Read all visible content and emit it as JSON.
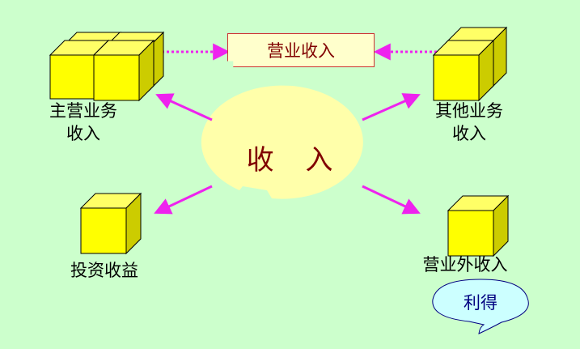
{
  "title_box": "营业收入",
  "center": "收 入",
  "nodes": {
    "main_business": [
      "主营业务",
      "收入"
    ],
    "other_business": [
      "其他业务",
      "收入"
    ],
    "investment": "投资收益",
    "non_operating": "营业外收入"
  },
  "profit": "利得",
  "colors": {
    "background": "#ccffcc",
    "cube_fill": "#ffff00",
    "center_blob": "#ffffaa",
    "arrow": "#ee22ee",
    "title_text": "#800000",
    "profit_bubble": "#ccffff"
  }
}
